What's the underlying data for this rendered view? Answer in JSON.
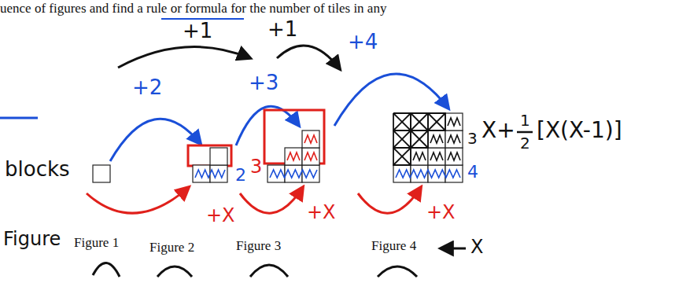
{
  "diagram": {
    "labels": [
      "uence of figures and find a rule or formula for the number of tiles in any",
      "+1",
      "+1",
      "+2",
      "+3",
      "+4",
      "blocks",
      "2",
      "3",
      "3",
      "4",
      "X+",
      "1",
      "2",
      "[X(X-1)]",
      "+X",
      "+X",
      "+X",
      "Figure",
      "Figure 1",
      "Figure 2",
      "Figure 3",
      "Figure 4",
      "X"
    ]
  }
}
